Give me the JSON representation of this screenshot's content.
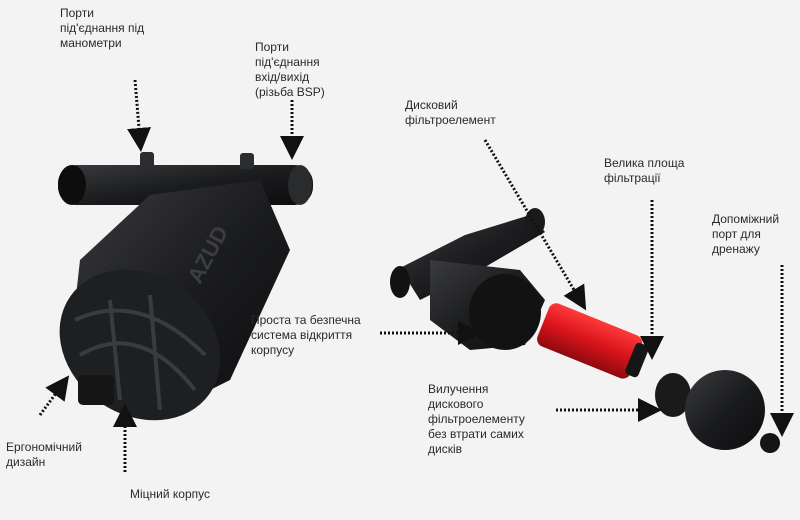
{
  "brand": "AZUD",
  "colors": {
    "background": "#f3f3f3",
    "body": "#1b1c1e",
    "filter_element": "#d8141b",
    "text": "#2a2a2a"
  },
  "labels": {
    "pressure_ports": "Порти\nпід'єднання під\nманометри",
    "inlet_outlet_ports": "Порти\nпід'єднання\nвхід/вихід\n(різьба BSP)",
    "disc_element": "Дисковий\nфільтроелемент",
    "large_area": "Велика площа\nфільтрації",
    "drain_port": "Допоміжний\nпорт для\nдренажу",
    "easy_open": "Проста та безпечна\nсистема відкриття\nкорпусу",
    "disc_removal": "Вилучення\nдискового\nфільтроелементу\nбез втрати самих\nдисків",
    "ergonomic": "Ергономічний\nдизайн",
    "strong_body": "Міцний корпус"
  }
}
